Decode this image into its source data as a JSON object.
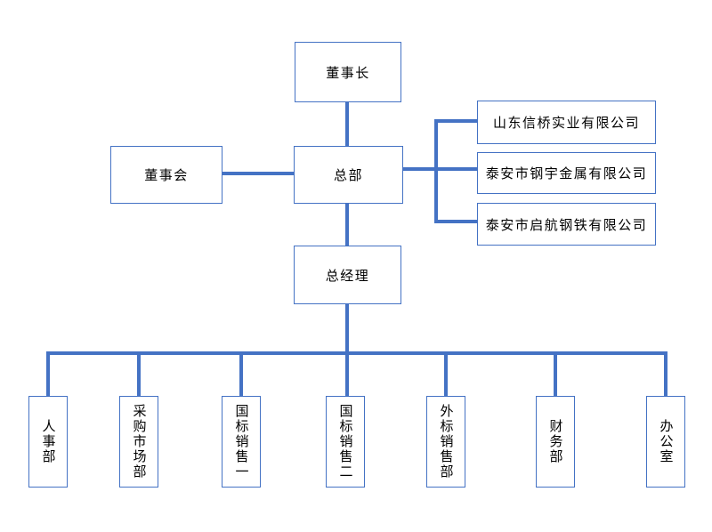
{
  "org_chart": {
    "nodes": {
      "chairman": {
        "label": "董事长"
      },
      "board": {
        "label": "董事会"
      },
      "headquarters": {
        "label": "总部"
      },
      "general_manager": {
        "label": "总经理"
      }
    },
    "subsidiaries": [
      {
        "label": "山东信桥实业有限公司"
      },
      {
        "label": "泰安市钢宇金属有限公司"
      },
      {
        "label": "泰安市启航钢铁有限公司"
      }
    ],
    "departments": [
      {
        "label": "人事部"
      },
      {
        "label": "采购市场部"
      },
      {
        "label": "国标销售一"
      },
      {
        "label": "国标销售二"
      },
      {
        "label": "外标销售部"
      },
      {
        "label": "财务部"
      },
      {
        "label": "办公室"
      }
    ],
    "colors": {
      "line": "#4472C4",
      "box_border": "#4472C4",
      "text": "#000000",
      "background": "#FFFFFF"
    }
  }
}
